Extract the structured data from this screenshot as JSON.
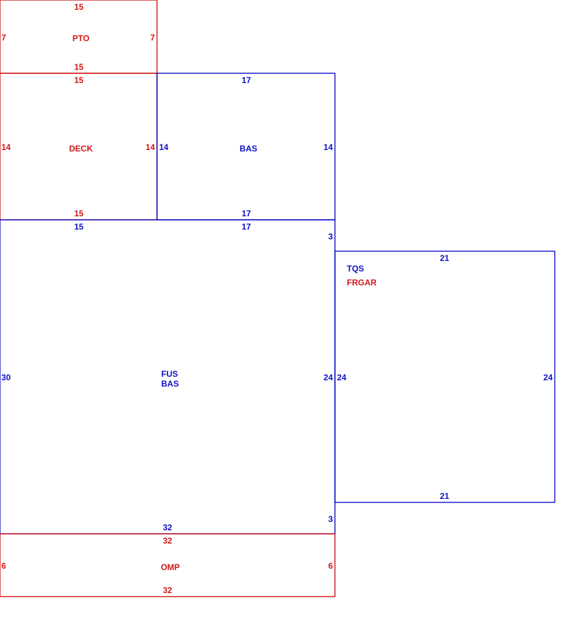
{
  "colors": {
    "living": "#1010c8",
    "other": "#d01818"
  },
  "areas": {
    "pto": {
      "label": "PTO",
      "top": "15",
      "bottom": "15",
      "left": "7",
      "right": "7"
    },
    "deck": {
      "label": "DECK",
      "top": "15",
      "bottom": "15",
      "left": "14",
      "right": "14"
    },
    "bas_upper": {
      "label": "BAS",
      "top": "17",
      "bottom": "17",
      "left": "14",
      "right": "14"
    },
    "fus_bas": {
      "label_1": "FUS",
      "label_2": "BAS",
      "top_left": "15",
      "top_right": "17",
      "left": "30",
      "right": "24",
      "right_top_offset": "3",
      "right_bottom_offset": "3",
      "bottom": "32"
    },
    "tqs_frgar": {
      "label_1": "TQS",
      "label_2": "FRGAR",
      "top": "21",
      "bottom": "21",
      "left": "24",
      "right": "24"
    },
    "omp": {
      "label": "OMP",
      "top": "32",
      "bottom": "32",
      "left": "6",
      "right": "6"
    }
  }
}
